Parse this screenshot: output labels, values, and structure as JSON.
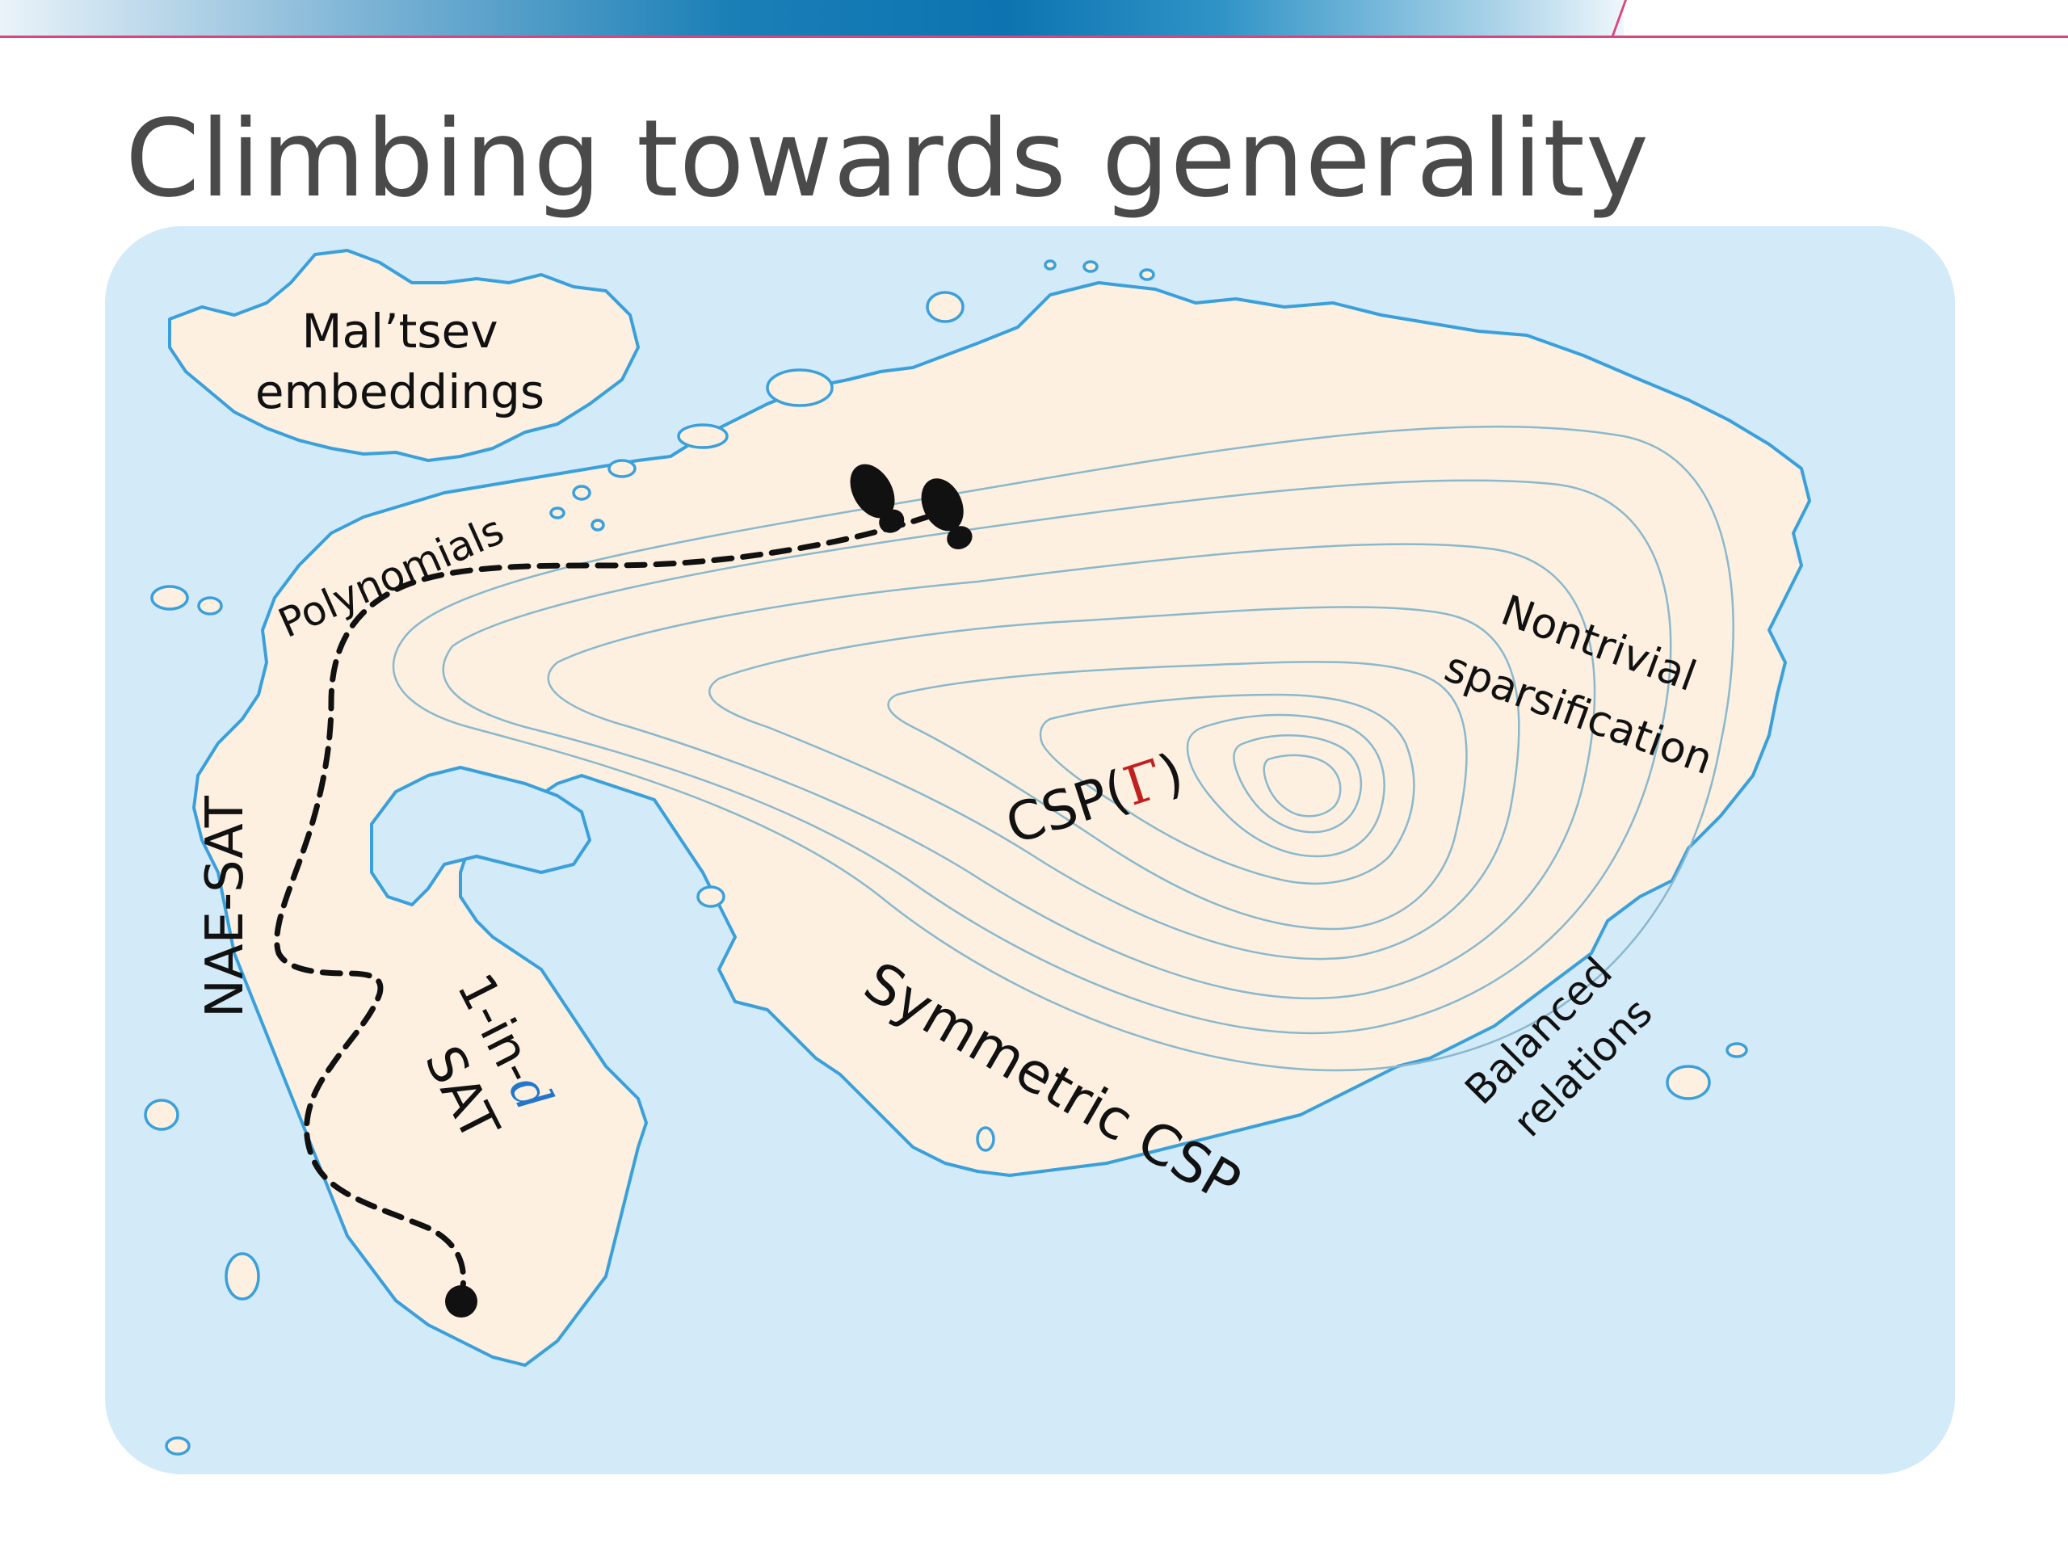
{
  "slide": {
    "title": "Climbing towards generality"
  },
  "map": {
    "labels": {
      "maltsev_line1": "Mal’tsev",
      "maltsev_line2": "embeddings",
      "polynomials": "Polynomials",
      "nae_sat": "NAE-SAT",
      "one_in_d_prefix": "1-in-",
      "one_in_d_var": "d",
      "sat": "SAT",
      "csp_prefix": "CSP(",
      "csp_gamma": "Γ",
      "csp_suffix": ")",
      "symmetric_csp": "Symmetric CSP",
      "nontrivial": "Nontrivial",
      "sparsification": "sparsification",
      "balanced": "Balanced",
      "relations": "relations"
    },
    "colors": {
      "sea": "#d3eaf8",
      "land": "#fdf0e0",
      "coast": "#3aa0dc",
      "contour": "#8ab8cc",
      "path": "#111111",
      "gamma": "#c0201e",
      "d_var": "#2277cc"
    },
    "icons": [
      "footprints-icon",
      "start-dot-icon"
    ]
  }
}
